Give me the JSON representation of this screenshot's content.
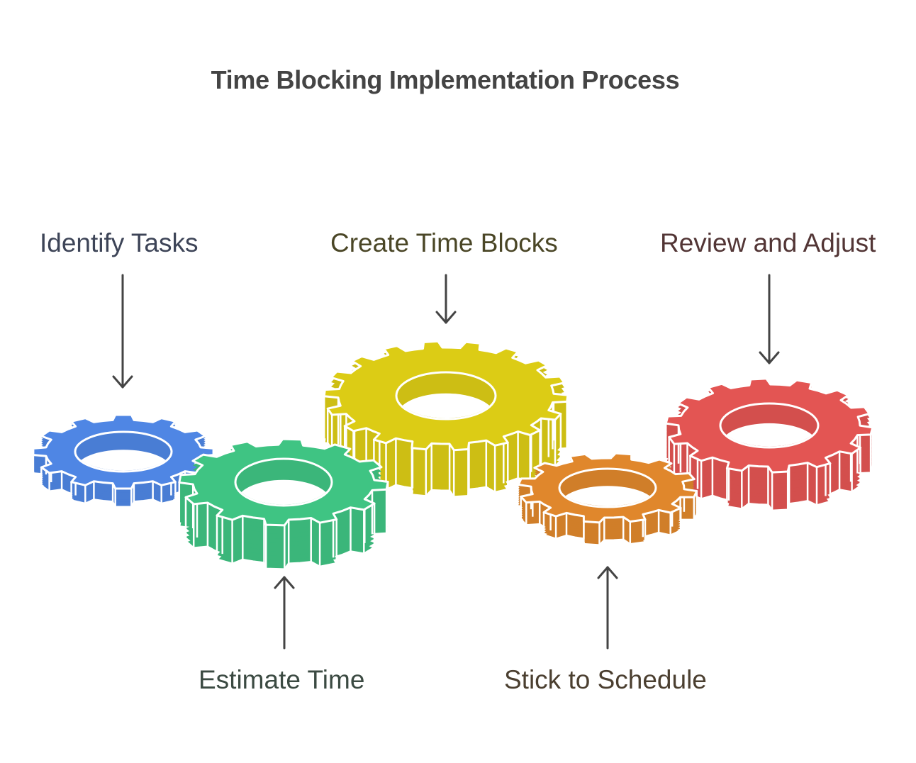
{
  "title": "Time Blocking Implementation Process",
  "colors": {
    "arrow": "#444444",
    "outline": "#ffffff"
  },
  "steps": [
    {
      "label": "Identify Tasks",
      "gear_color": "#4f86e4",
      "label_color": "#3d4457",
      "arrow": "down"
    },
    {
      "label": "Estimate Time",
      "gear_color": "#3fc483",
      "label_color": "#3b4a42",
      "arrow": "up"
    },
    {
      "label": "Create Time Blocks",
      "gear_color": "#dccc15",
      "label_color": "#4a4626",
      "arrow": "down"
    },
    {
      "label": "Stick to Schedule",
      "gear_color": "#e0872c",
      "label_color": "#4b3f30",
      "arrow": "up"
    },
    {
      "label": "Review and Adjust",
      "gear_color": "#e35553",
      "label_color": "#523535",
      "arrow": "down"
    }
  ]
}
